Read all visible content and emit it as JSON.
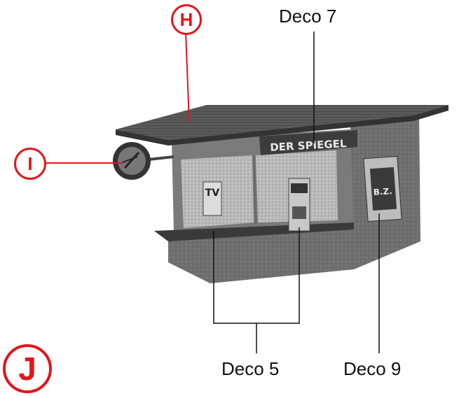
{
  "markers": {
    "h": "H",
    "i": "I",
    "j": "J"
  },
  "labels": {
    "deco7": "Deco 7",
    "deco5": "Deco 5",
    "deco9": "Deco 9"
  },
  "kiosk": {
    "sign_text": "DER SPIEGEL",
    "poster_left": "TV",
    "poster_right": "B.Z."
  },
  "colors": {
    "marker_red": "#e3141b",
    "leader_black": "#111111"
  }
}
